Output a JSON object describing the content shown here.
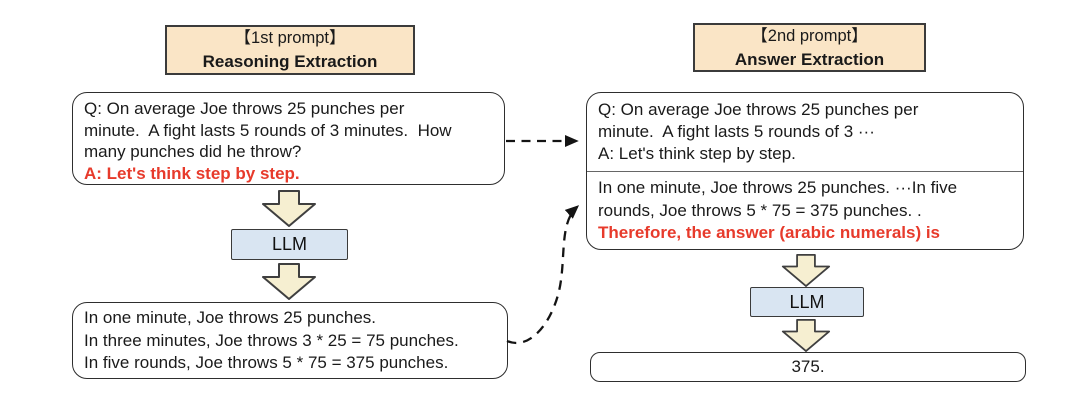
{
  "figure": {
    "description": "Two-stage zero-shot chain-of-thought prompting pipeline diagram"
  },
  "colors": {
    "header_fill": "#fae5c6",
    "header_border": "#3b3b3b",
    "box_border": "#2e2e2e",
    "llm_fill": "#d9e5f2",
    "block_arrow_fill": "#f6efd1",
    "block_arrow_stroke": "#3f3f3f",
    "red_text": "#e73a2b",
    "dashed_arrow": "#141414",
    "background": "#ffffff"
  },
  "left": {
    "header": {
      "line1": "【1st prompt】",
      "line2": "Reasoning Extraction"
    },
    "prompt_box": {
      "lines": [
        "Q: On average Joe throws 25 punches per",
        "minute.  A fight lasts 5 rounds of 3 minutes.  How",
        "many punches did he throw?"
      ],
      "trigger": "A: Let's think step by step."
    },
    "llm_label": "LLM",
    "output_box": {
      "lines": [
        "In one minute, Joe throws 25 punches.",
        "In three minutes, Joe throws 3 * 25 = 75 punches.",
        "In five rounds, Joe throws 5 * 75 = 375 punches."
      ]
    }
  },
  "right": {
    "header": {
      "line1": "【2nd prompt】",
      "line2": "Answer Extraction"
    },
    "prompt_box": {
      "question_lines": [
        "Q: On average Joe throws 25 punches per",
        "minute.  A fight lasts 5 rounds of 3 ···",
        "A: Let's think step by step."
      ],
      "reasoning_lines": [
        "In one minute, Joe throws 25 punches. ···In five",
        "rounds, Joe throws 5 * 75 = 375 punches. .",
        ""
      ],
      "extraction_trigger": "Therefore, the answer (arabic numerals) is"
    },
    "llm_label": "LLM",
    "answer_box": {
      "text": "375."
    }
  }
}
